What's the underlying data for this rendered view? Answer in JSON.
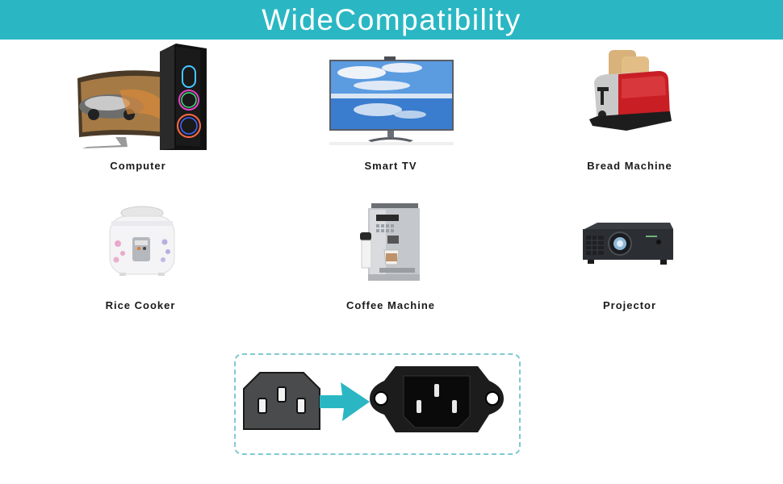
{
  "banner": {
    "title": "WideCompatibility",
    "background_color": "#2ab7c3",
    "text_color": "#ffffff"
  },
  "devices": [
    {
      "label": "Computer",
      "image": "computer-image"
    },
    {
      "label": "Smart TV",
      "image": "smart-tv-image"
    },
    {
      "label": "Bread Machine",
      "image": "toaster-image"
    },
    {
      "label": "Rice Cooker",
      "image": "rice-cooker-image"
    },
    {
      "label": "Coffee Machine",
      "image": "coffee-machine-image"
    },
    {
      "label": "Projector",
      "image": "projector-image"
    }
  ],
  "connector_diagram": {
    "plug": "iec-c13-plug-icon",
    "arrow": "arrow-right-icon",
    "socket": "iec-c14-socket-icon",
    "arrow_color": "#2ab7c3",
    "border_color": "#7fc9d2"
  }
}
